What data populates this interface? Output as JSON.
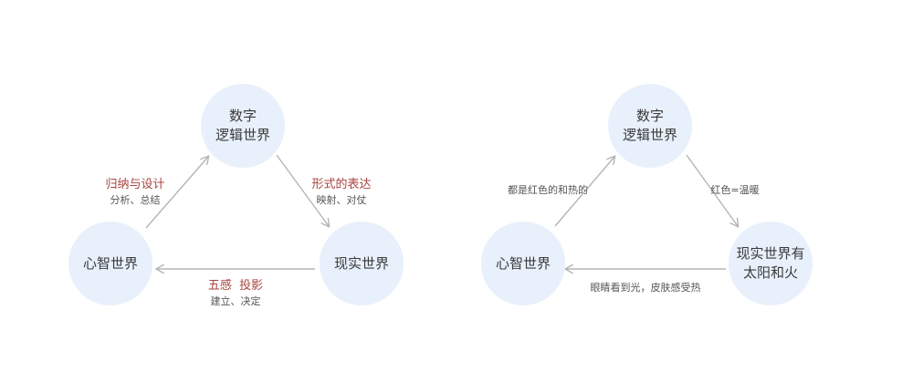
{
  "colors": {
    "node_fill": "#e8f0fb",
    "arrow": "#b5b5b5",
    "accent_label": "#a8453f",
    "sub_label": "#555555",
    "node_text": "#3a3a3a"
  },
  "left_diagram": {
    "top_node": {
      "line1": "数字",
      "line2": "逻辑世界"
    },
    "left_node": {
      "label": "心智世界"
    },
    "right_node": {
      "label": "现实世界"
    },
    "left_edge": {
      "title": "归纳与设计",
      "subtitle": "分析、总结"
    },
    "right_edge": {
      "title": "形式的表达",
      "subtitle": "映射、对仗"
    },
    "bottom_edge": {
      "title": "五感  投影",
      "subtitle": "建立、决定"
    }
  },
  "right_diagram": {
    "top_node": {
      "line1": "数字",
      "line2": "逻辑世界"
    },
    "left_node": {
      "label": "心智世界"
    },
    "right_node": {
      "line1": "现实世界有",
      "line2": "太阳和火"
    },
    "left_edge": {
      "text": "都是红色的和热的"
    },
    "right_edge": {
      "text": "红色=温暖"
    },
    "bottom_edge": {
      "text": "眼睛看到光，皮肤感受热"
    }
  }
}
